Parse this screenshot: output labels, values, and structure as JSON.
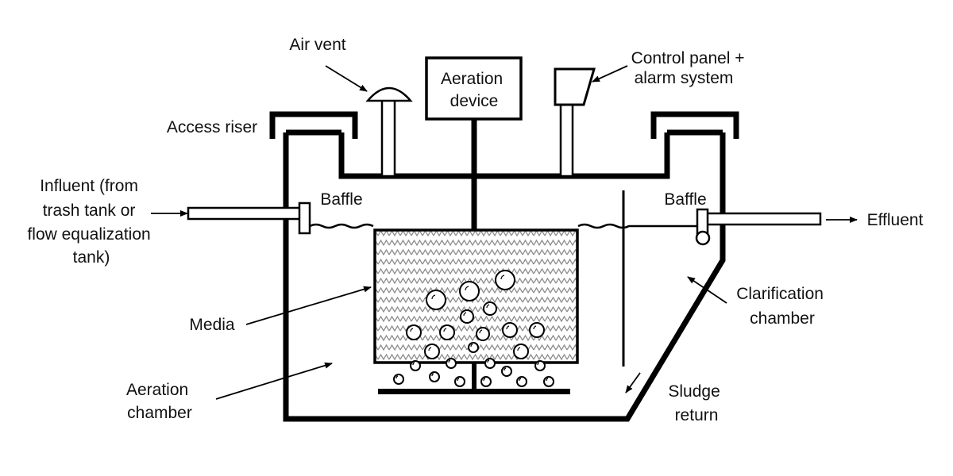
{
  "labels": {
    "air_vent": "Air vent",
    "aeration_device": [
      "Aeration",
      "device"
    ],
    "control_panel": [
      "Control panel +",
      "alarm system"
    ],
    "access_riser": "Access riser",
    "influent": [
      "Influent (from",
      "trash tank or",
      "flow equalization",
      "tank)"
    ],
    "baffle_left": "Baffle",
    "baffle_right": "Baffle",
    "effluent": "Effluent",
    "clarification": [
      "Clarification",
      "chamber"
    ],
    "media": "Media",
    "aeration_chamber": [
      "Aeration",
      "chamber"
    ],
    "sludge_return": [
      "Sludge",
      "return"
    ]
  },
  "colors": {
    "ink": "#000000",
    "background": "#ffffff",
    "media_pattern": "#8c8c8c"
  }
}
